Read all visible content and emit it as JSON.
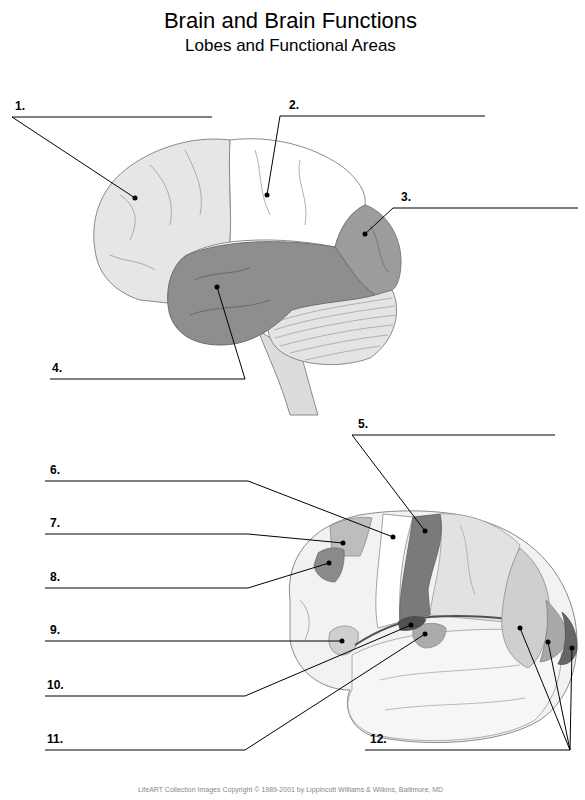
{
  "diagram": {
    "title": "Brain and Brain Functions",
    "labels": [
      "Lobes and Functional Areas",
      "1.",
      "2.",
      "3.",
      "4.",
      "5.",
      "6.",
      "7.",
      "8.",
      "9.",
      "10.",
      "11.",
      "12.",
      "LifeART Collection Images Copyright © 1989-2001 by Lippincott Williams & Wilkins, Baltimore, MD"
    ]
  }
}
